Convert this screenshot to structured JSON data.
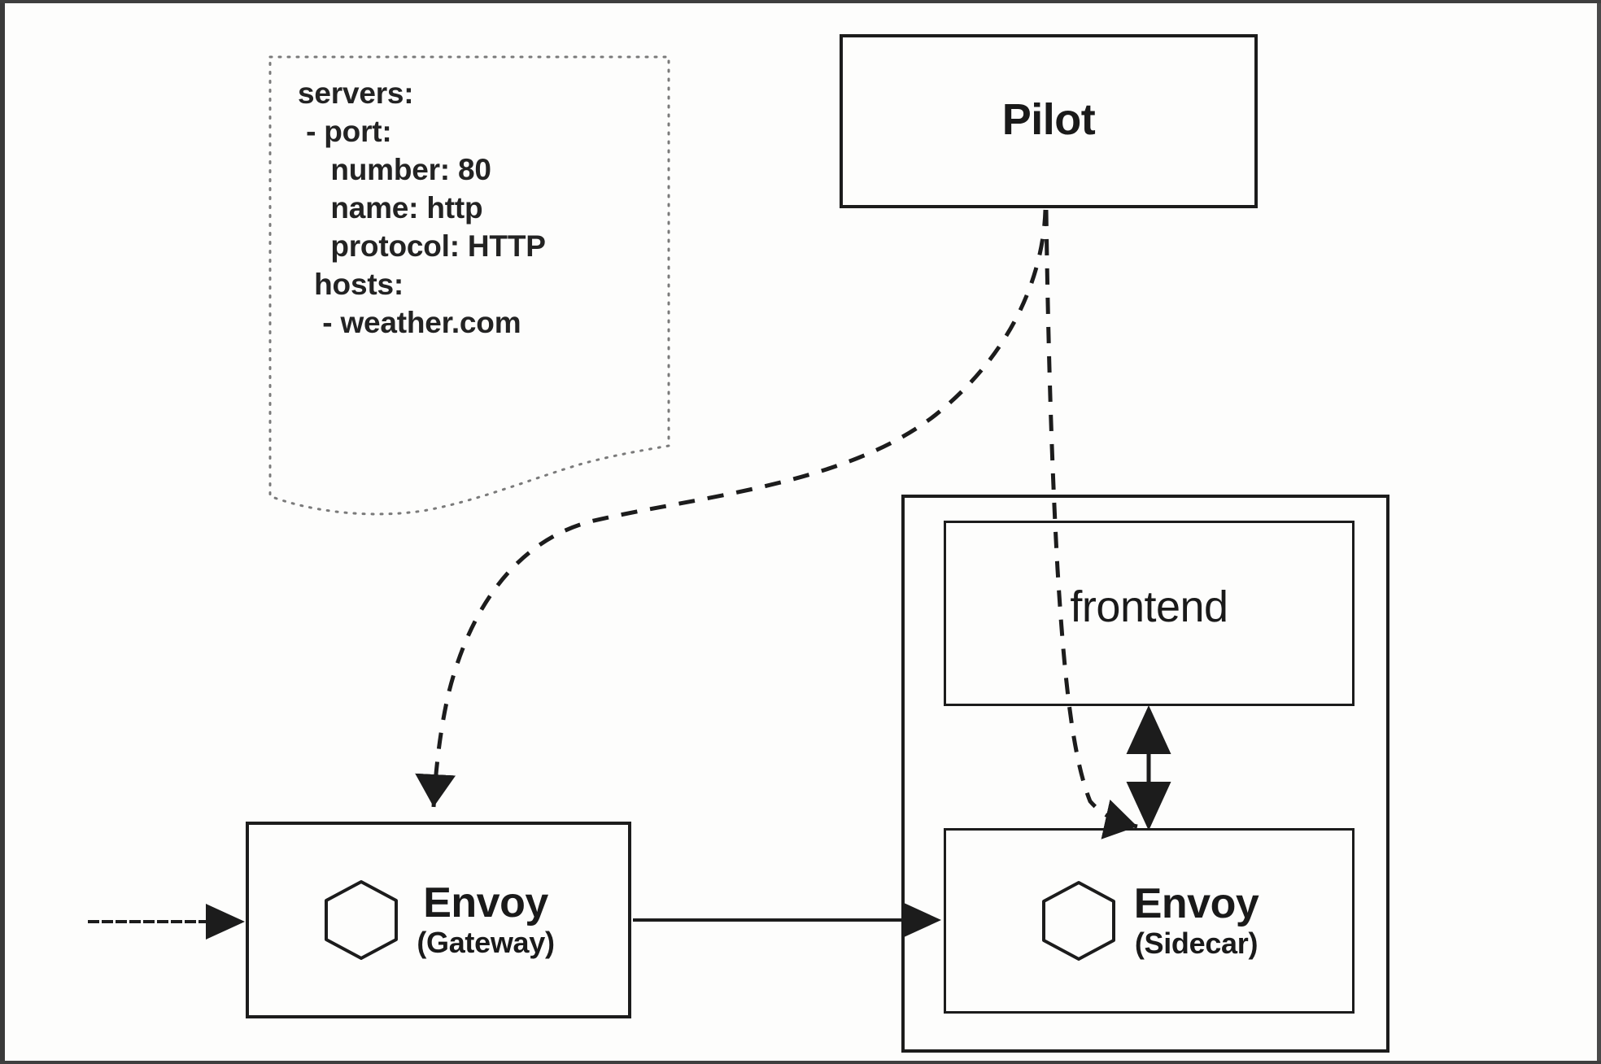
{
  "diagram": {
    "title": "Istio Gateway and Sidecar traffic flow",
    "background_color": "#fdfdfc",
    "stroke_color": "#1c1c1c"
  },
  "pilot": {
    "label": "Pilot"
  },
  "pod": {
    "frontend": {
      "label": "frontend"
    },
    "sidecar": {
      "name": "Envoy",
      "role": "(Sidecar)",
      "icon": "hexagon-icon"
    }
  },
  "gateway": {
    "name": "Envoy",
    "role": "(Gateway)",
    "icon": "hexagon-icon"
  },
  "callout": {
    "kind": "yaml-config-callout",
    "lines": [
      "servers:",
      " - port:",
      "    number: 80",
      "    name: http",
      "    protocol: HTTP",
      "  hosts:",
      "   - weather.com"
    ],
    "text": "servers:\n - port:\n    number: 80\n    name: http\n    protocol: HTTP\n  hosts:\n   - weather.com"
  },
  "connectors": [
    {
      "name": "inbound-traffic-arrow",
      "style": "solid",
      "from": "outside-left",
      "to": "gateway",
      "direction": "one-way"
    },
    {
      "name": "gateway-to-sidecar-arrow",
      "style": "solid",
      "from": "gateway",
      "to": "sidecar",
      "direction": "one-way"
    },
    {
      "name": "frontend-sidecar-arrow",
      "style": "solid",
      "from": "sidecar",
      "to": "frontend",
      "direction": "two-way"
    },
    {
      "name": "pilot-to-gateway-config-arrow",
      "style": "dashed",
      "from": "pilot",
      "to": "gateway",
      "direction": "one-way"
    },
    {
      "name": "pilot-to-sidecar-config-arrow",
      "style": "dashed",
      "from": "pilot",
      "to": "sidecar",
      "direction": "one-way"
    }
  ]
}
